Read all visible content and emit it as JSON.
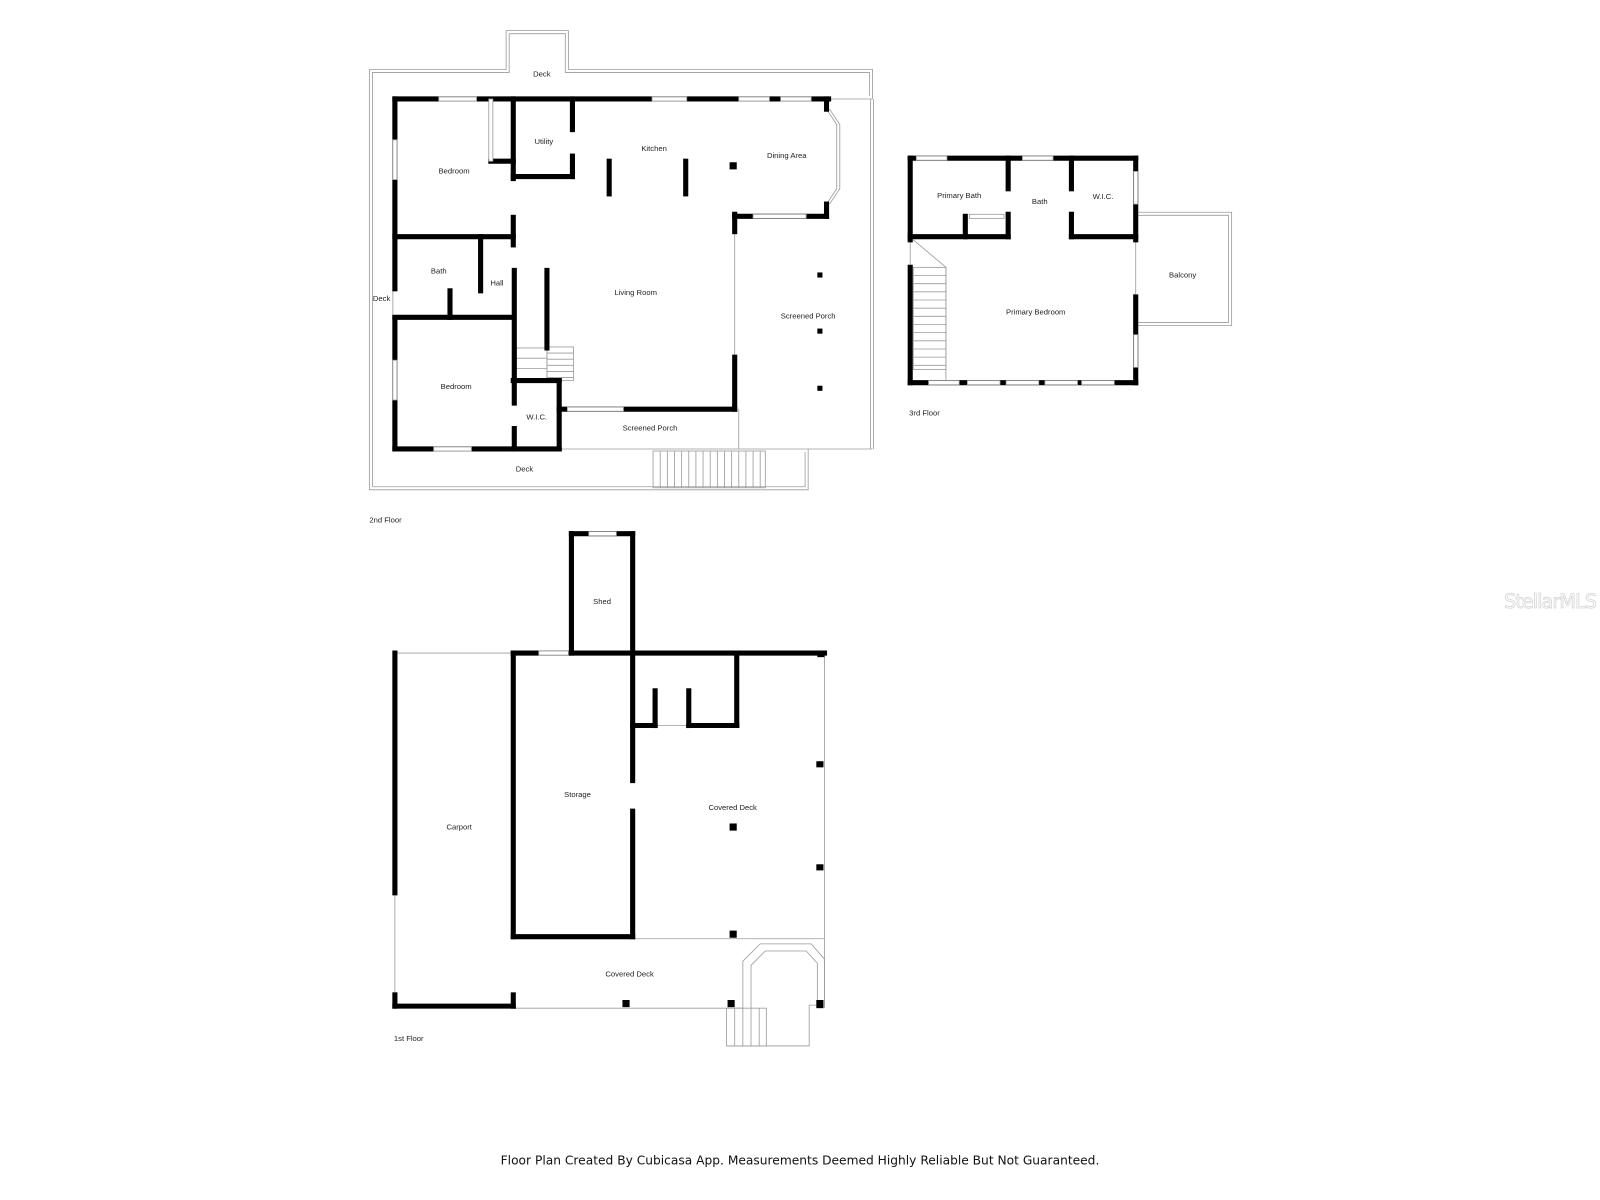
{
  "floors": {
    "second": {
      "label": "2nd Floor",
      "rooms": {
        "deck_top": "Deck",
        "utility": "Utility",
        "kitchen": "Kitchen",
        "dining": "Dining Area",
        "bedroom1": "Bedroom",
        "bath": "Bath",
        "hall": "Hall",
        "deck_left": "Deck",
        "living": "Living Room",
        "screened_porch_right": "Screened Porch",
        "bedroom2": "Bedroom",
        "wic": "W.I.C.",
        "screened_porch_bottom": "Screened Porch",
        "deck_bottom": "Deck"
      }
    },
    "third": {
      "label": "3rd Floor",
      "rooms": {
        "primary_bath": "Primary Bath",
        "bath": "Bath",
        "wic": "W.I.C.",
        "balcony": "Balcony",
        "primary_bedroom": "Primary Bedroom"
      }
    },
    "first": {
      "label": "1st Floor",
      "rooms": {
        "shed": "Shed",
        "storage": "Storage",
        "carport": "Carport",
        "covered_deck_upper": "Covered Deck",
        "covered_deck_lower": "Covered Deck"
      }
    }
  },
  "footer": "Floor Plan Created By Cubicasa App. Measurements Deemed Highly Reliable But Not Guaranteed.",
  "watermark": "StellarMLS",
  "colors": {
    "wall": "#000000",
    "line": "#9a9a9a",
    "background": "#ffffff"
  }
}
